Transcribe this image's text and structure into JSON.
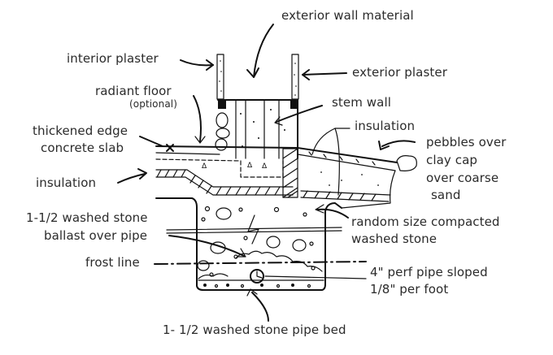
{
  "diagram": {
    "title": "Foundation section with rubble trench and perimeter drain",
    "labels": {
      "exterior_wall_material": "exterior wall material",
      "interior_plaster": "interior plaster",
      "exterior_plaster": "exterior plaster",
      "radiant_floor": "radiant floor",
      "radiant_floor_note": "(optional)",
      "stem_wall": "stem wall",
      "thickened_edge_line1": "thickened edge",
      "thickened_edge_line2": "concrete slab",
      "insulation_left": "insulation",
      "insulation_right": "insulation",
      "pebbles_line1": "pebbles over",
      "pebbles_line2": "clay cap",
      "pebbles_line3": "over coarse",
      "pebbles_line4": "sand",
      "ballast_line1": "1-1/2 washed stone",
      "ballast_line2": "ballast over pipe",
      "random_stone_line1": "random size compacted",
      "random_stone_line2": "washed stone",
      "frost_line": "frost line",
      "perf_pipe_line1": "4\" perf pipe sloped",
      "perf_pipe_line2": "1/8\" per foot",
      "pipe_bed": "1- 1/2 washed stone pipe bed"
    },
    "colors": {
      "ink": "#111111",
      "text": "#2b2b2b",
      "background": "#ffffff"
    }
  }
}
